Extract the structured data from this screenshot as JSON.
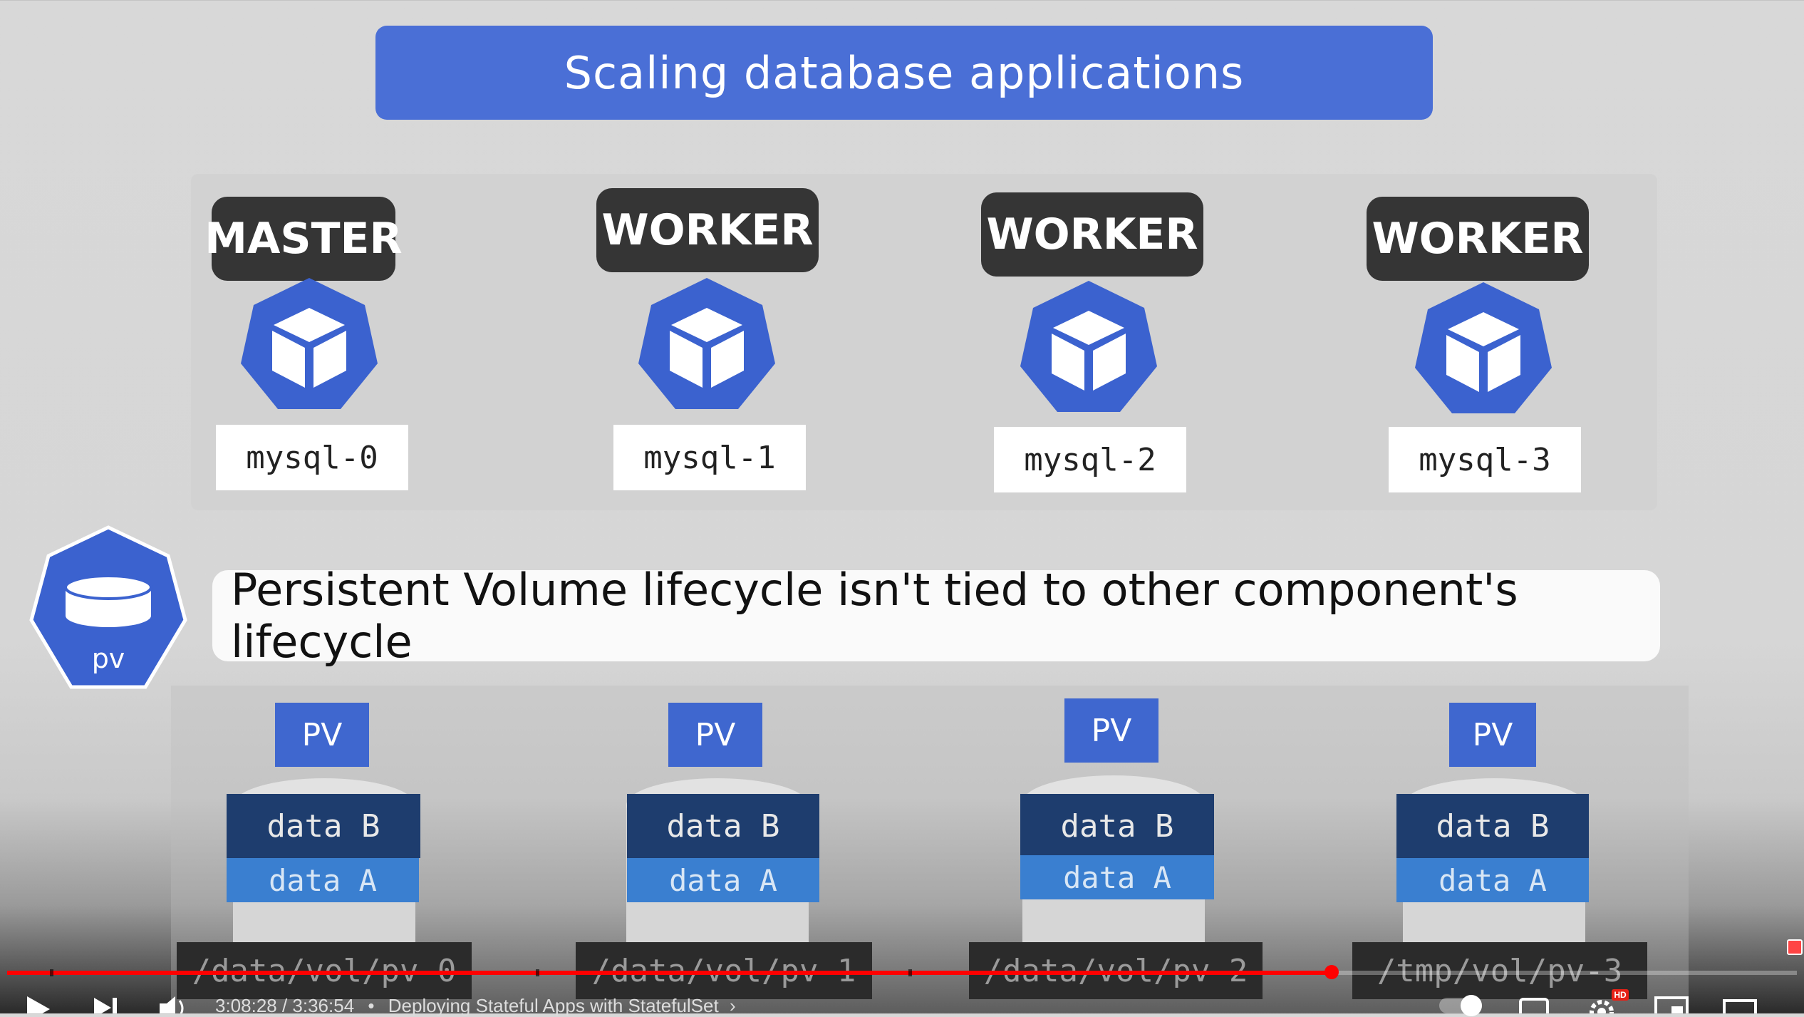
{
  "slide": {
    "title": "Scaling database applications",
    "statement": "Persistent Volume lifecycle isn't tied to other component's lifecycle",
    "pv_icon_label": "pv",
    "nodes": [
      {
        "role": "MASTER",
        "pod": "mysql-0"
      },
      {
        "role": "WORKER",
        "pod": "mysql-1"
      },
      {
        "role": "WORKER",
        "pod": "mysql-2"
      },
      {
        "role": "WORKER",
        "pod": "mysql-3"
      }
    ],
    "volumes": [
      {
        "tag": "PV",
        "data_b": "data B",
        "data_a": "data A",
        "path": "/data/vol/pv-0"
      },
      {
        "tag": "PV",
        "data_b": "data B",
        "data_a": "data A",
        "path": "/data/vol/pv-1"
      },
      {
        "tag": "PV",
        "data_b": "data B",
        "data_a": "data A",
        "path": "/data/vol/pv-2"
      },
      {
        "tag": "PV",
        "data_b": "data B",
        "data_a": "data A",
        "path": "/tmp/vol/pv-3"
      }
    ]
  },
  "player": {
    "time": "3:08:28 / 3:36:54",
    "separator": "•",
    "chapter": "Deploying Stateful Apps with StatefulSet",
    "progress_percent": 74,
    "hd_badge": "HD",
    "icons": [
      "play-icon",
      "next-icon",
      "volume-icon",
      "autoplay-toggle",
      "subtitles-icon",
      "settings-icon",
      "miniplayer-icon",
      "theater-icon"
    ],
    "colors": {
      "progress": "#ff0000",
      "accent_blue": "#4a6fd6"
    }
  }
}
